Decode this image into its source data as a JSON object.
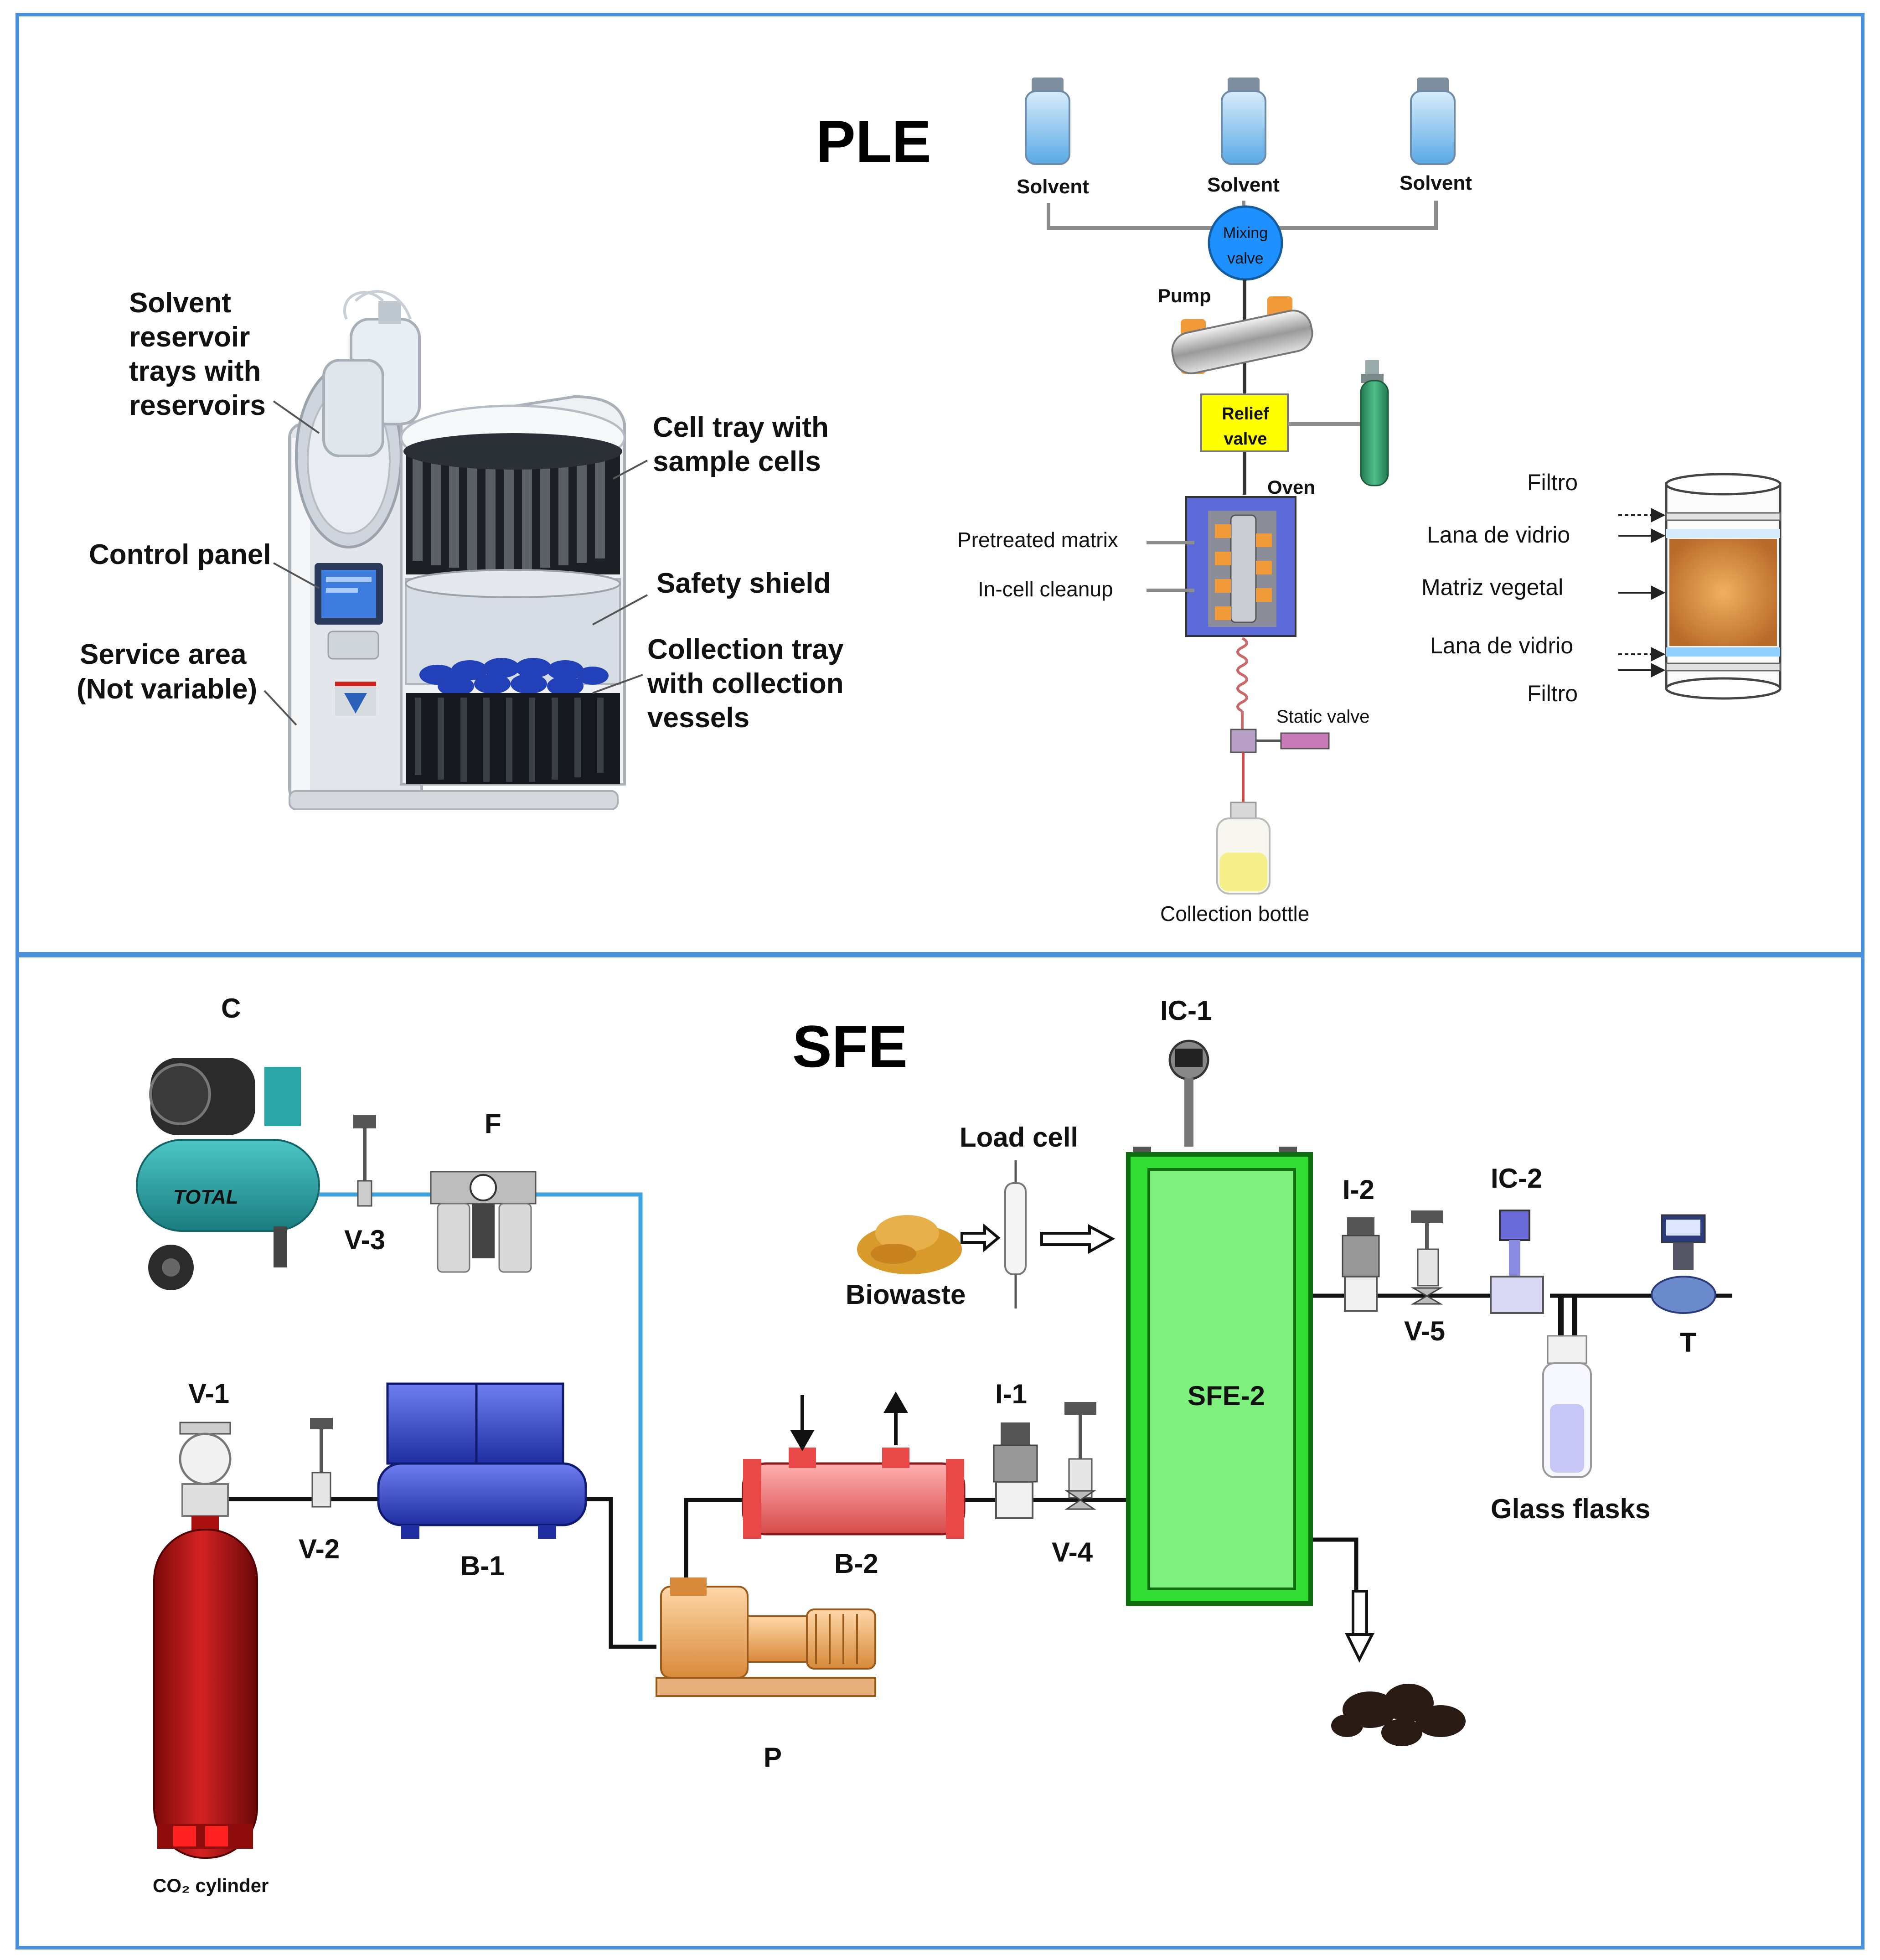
{
  "ple": {
    "title": "PLE",
    "instrument_labels": {
      "solvent_reservoir": [
        "Solvent",
        "reservoir",
        "trays with",
        "reservoirs"
      ],
      "control_panel": "Control panel",
      "service_area": [
        "Service area",
        "(Not variable)"
      ],
      "cell_tray": [
        "Cell tray with",
        "sample cells"
      ],
      "safety_shield": "Safety shield",
      "collection_tray": [
        "Collection tray",
        "with collection",
        "vessels"
      ]
    },
    "schematic": {
      "solvents": [
        "Solvent",
        "Solvent",
        "Solvent"
      ],
      "mixing_valve": [
        "Mixing",
        "valve"
      ],
      "pump": "Pump",
      "relief_valve": [
        "Relief",
        "valve"
      ],
      "oven": "Oven",
      "pretreated_matrix": "Pretreated matrix",
      "in_cell_cleanup": "In-cell cleanup",
      "static_valve": "Static valve",
      "collection_bottle": "Collection bottle"
    },
    "cell_layers": [
      "Filtro",
      "Lana de vidrio",
      "Matriz vegetal",
      "Lana de vidrio",
      "Filtro"
    ]
  },
  "sfe": {
    "title": "SFE",
    "labels": {
      "compressor": "C",
      "filter": "F",
      "valve_3": "V-3",
      "valve_1": "V-1",
      "valve_2": "V-2",
      "heat_exchanger_1": "B-1",
      "heat_exchanger_2": "B-2",
      "pump": "P",
      "indicator_1": "I-1",
      "valve_4": "V-4",
      "load_cell": "Load cell",
      "biowaste": "Biowaste",
      "controller_1": "IC-1",
      "extractor": "SFE-2",
      "indicator_2": "I-2",
      "valve_5": "V-5",
      "controller_2": "IC-2",
      "totalizer": "T",
      "glass_flasks": "Glass flasks",
      "co2_cylinder": "CO₂ cylinder"
    },
    "compressor_brand": "TOTAL"
  },
  "colors": {
    "frame": "#4a90d9",
    "mixing_valve": "#1e90ff",
    "relief_valve": "#ffff00",
    "extractor": "#33dd33",
    "exchanger_1": "#3344cc",
    "exchanger_2": "#e84848",
    "pump_body": "#f0a050",
    "cylinder": "#bb1111",
    "compressor": "#2aa6a6",
    "air_line": "#3aa3e0"
  }
}
